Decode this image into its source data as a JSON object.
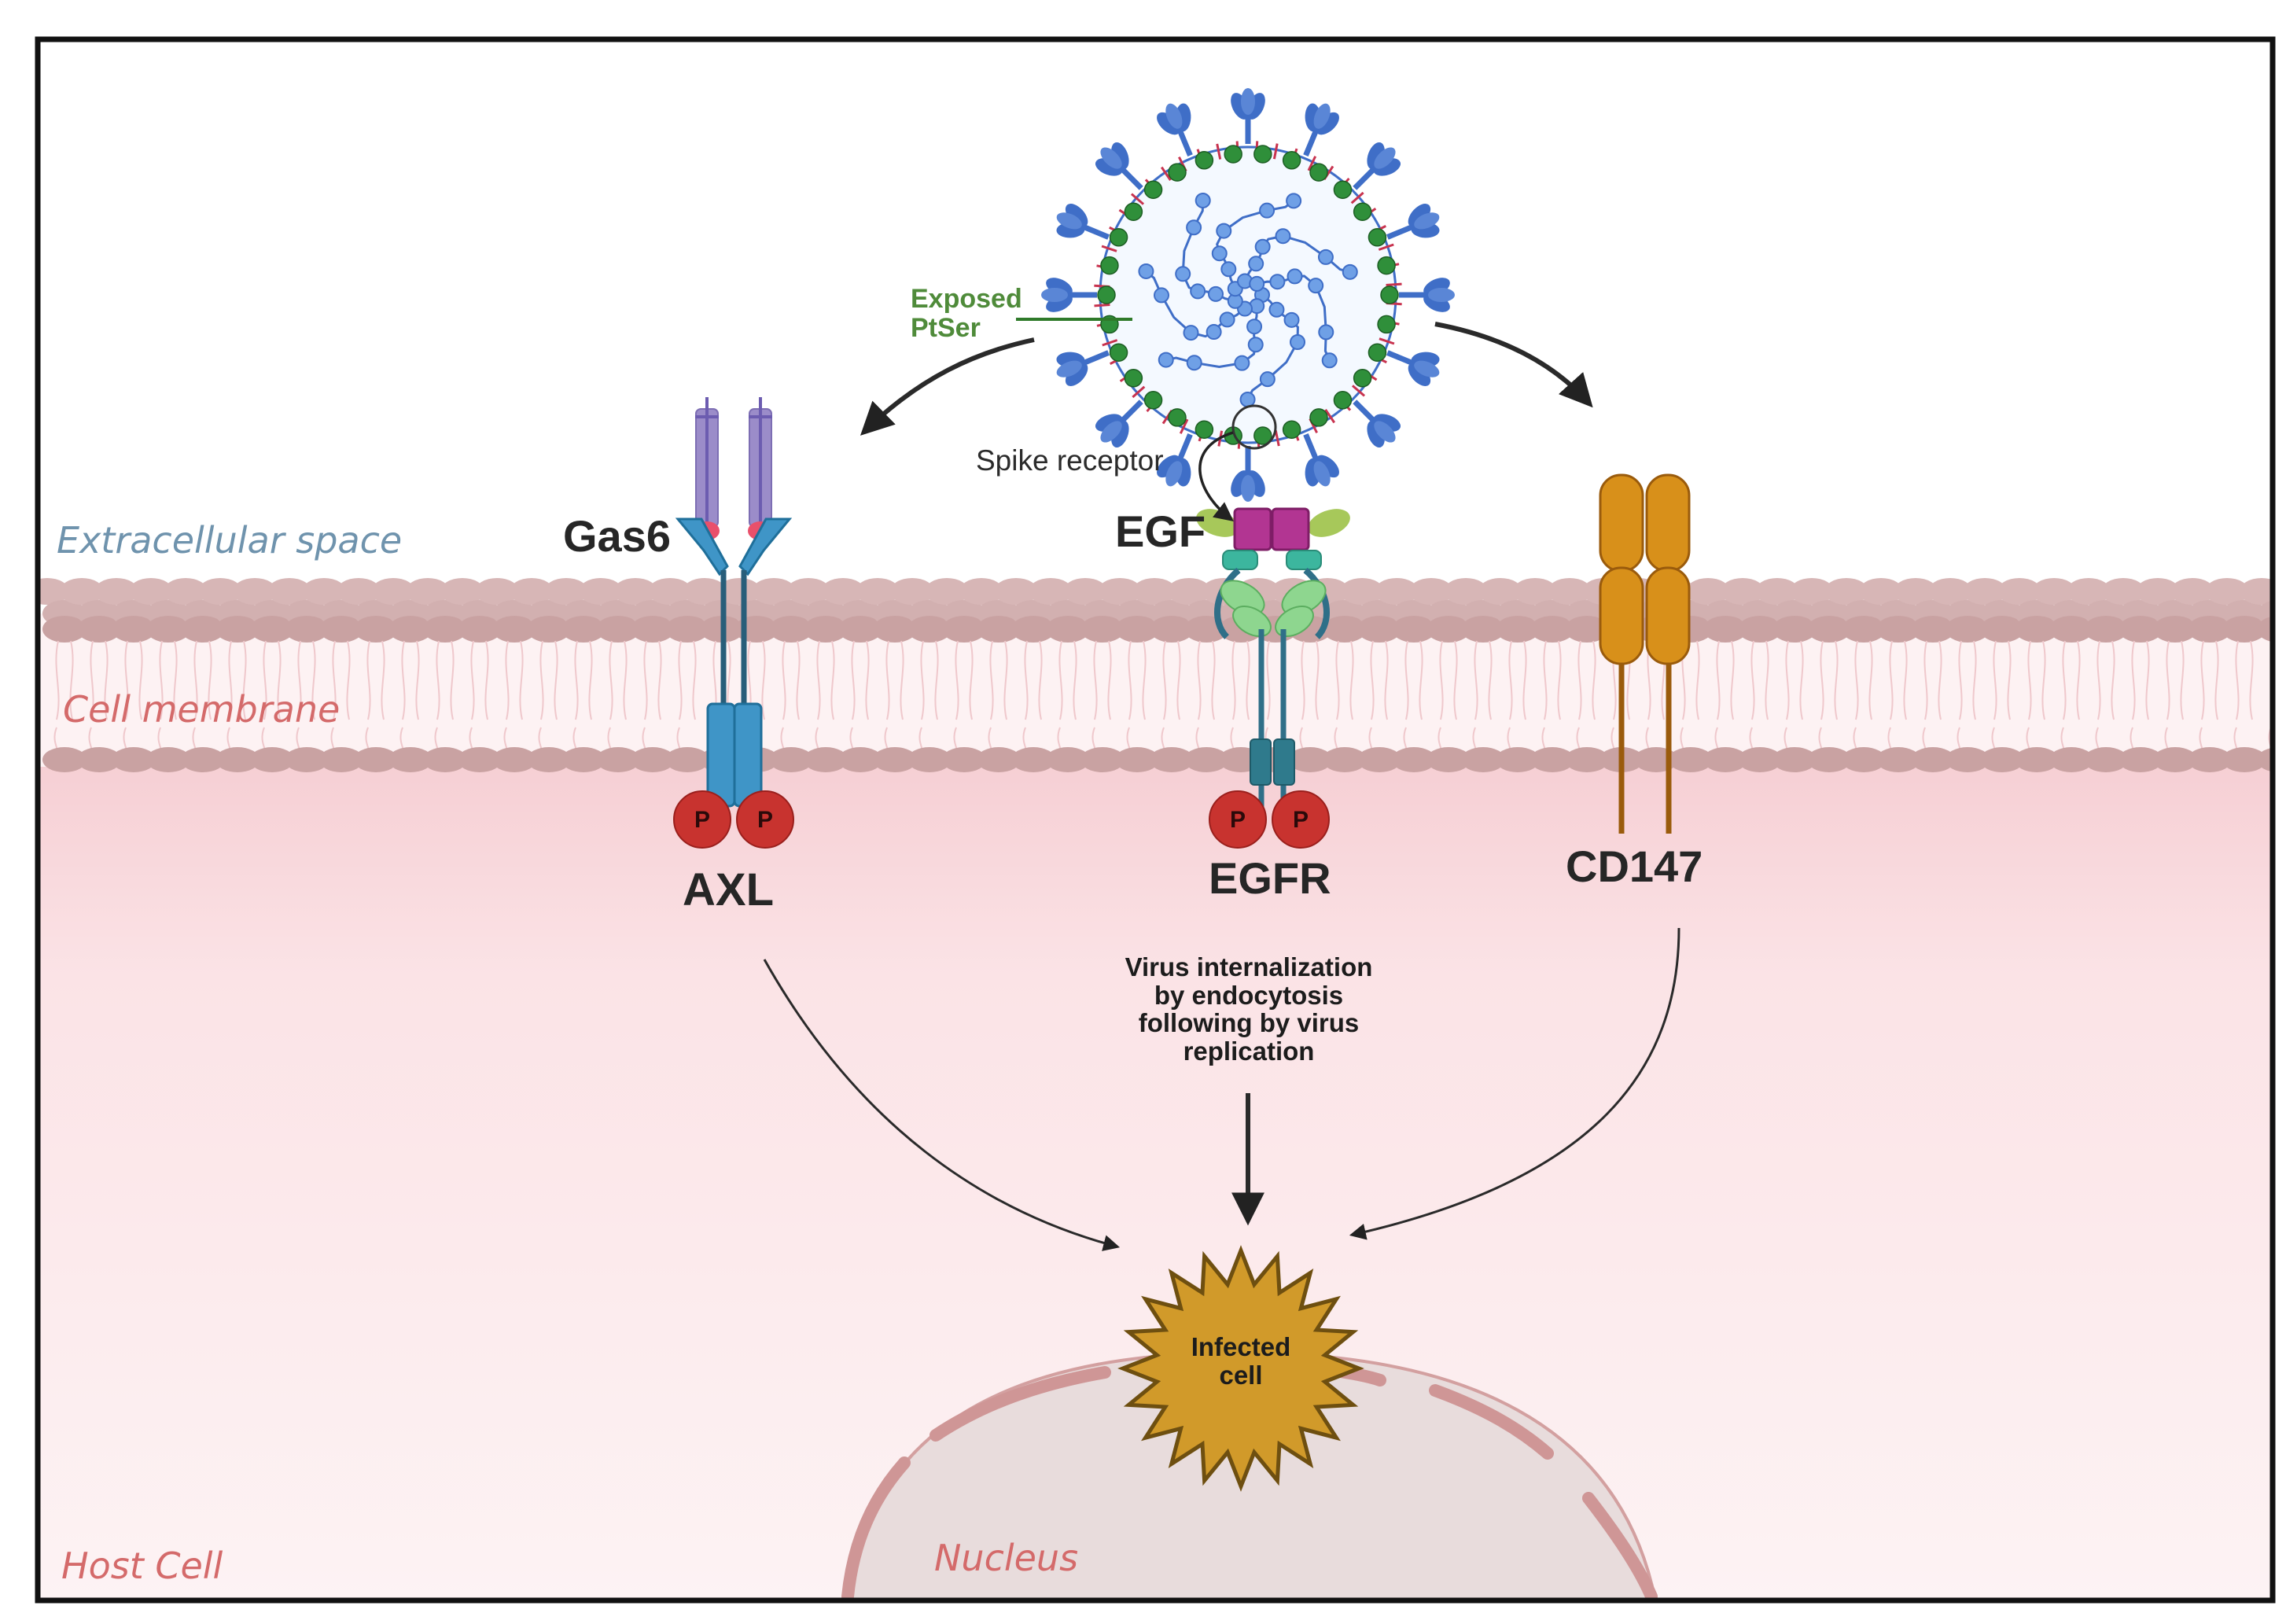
{
  "labels": {
    "extracellular": "Extracellular space",
    "membrane": "Cell membrane",
    "host_cell": "Host Cell",
    "nucleus": "Nucleus",
    "exposed_ptser": [
      "Exposed",
      "PtSer"
    ],
    "spike_receptor": "Spike receptor",
    "gas6": "Gas6",
    "egf": "EGF",
    "axl": "AXL",
    "egfr": "EGFR",
    "cd147": "CD147",
    "phospho": "P",
    "internalization": [
      "Virus internalization",
      "by endocytosis",
      "following by virus",
      "replication"
    ],
    "infected": [
      "Infected",
      "cell"
    ]
  },
  "colors": {
    "zone_extracellular": "#6f93ad",
    "zone_membrane": "#d46a6a",
    "zone_host": "#d46a6a",
    "ptser_green": "#4f8b3a",
    "membrane_head": "#d7b6b6",
    "cytoplasm": "#fbe5e7",
    "axl_blue": "#3f95c7",
    "egfr_teal": "#2f7a8c",
    "egf_magenta": "#b23592",
    "cd147_orange": "#d8901a",
    "phospho_red": "#c8332f",
    "star_gold": "#d19a2a",
    "nucleus_fill": "#e6dada",
    "nucleus_pore": "#d29a9a",
    "virus_blue": "#3f6ec7",
    "virus_green": "#2f8f3a"
  },
  "icons": [
    "virus-icon",
    "starburst-icon",
    "arrow-icon"
  ]
}
